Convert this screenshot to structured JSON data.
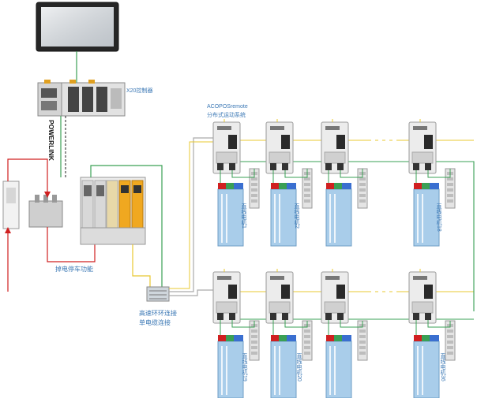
{
  "labels": {
    "x20_controller": "X20控制器",
    "acopos_remote": "ACOPOSremote",
    "distributed_motion": "分布式运动系统",
    "powerlink": "POWERLINK",
    "brake_unit": "掉电停车功能",
    "high_speed_ring": "高速环环连接",
    "single_cable": "单电缆连接",
    "motors_top": [
      "直线电机1",
      "直线电机2",
      "直线电机18"
    ],
    "motors_bottom": [
      "直线电机19",
      "直线电机20",
      "直线电机36"
    ]
  },
  "colors": {
    "label_blue": "#3b78b5",
    "cable_yellow": "#e8c830",
    "cable_green": "#3aa055",
    "cable_red": "#d02020",
    "drive_orange": "#f0a820",
    "motor_blue": "#a9cdea"
  }
}
